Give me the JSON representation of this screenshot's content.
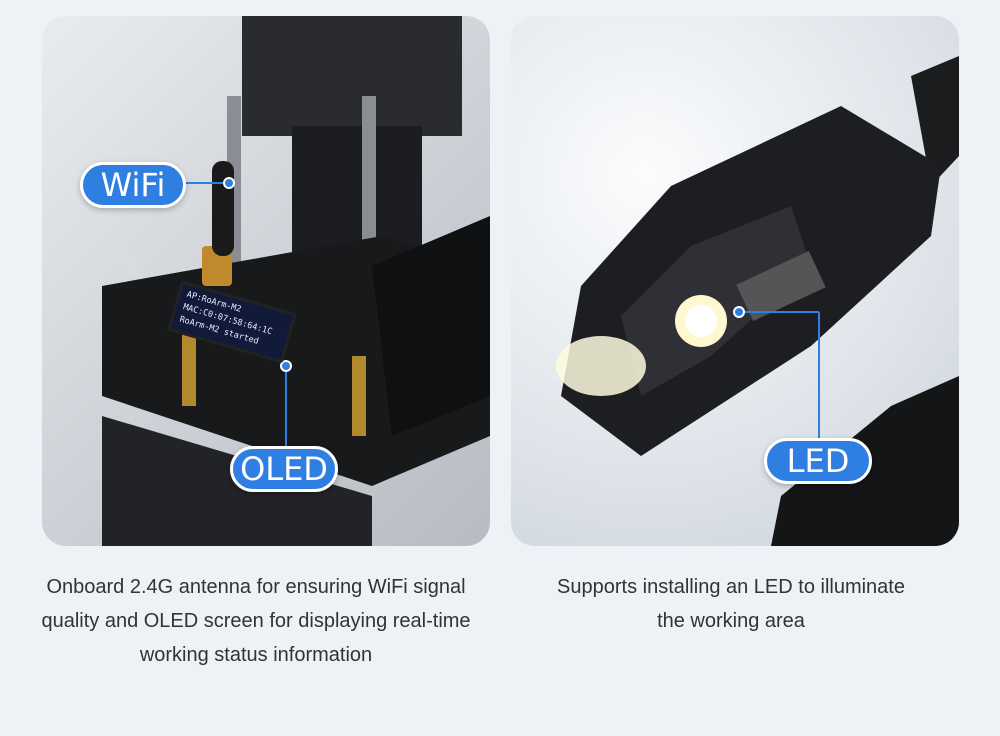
{
  "left_panel": {
    "labels": {
      "wifi": "WiFi",
      "oled": "OLED"
    },
    "oled_screen_lines": [
      "AP:RoArm-M2",
      "MAC:C0:07:58:64:1C",
      "RoArm-M2 started"
    ],
    "caption": [
      "Onboard 2.4G antenna for ensuring WiFi signal",
      "quality and OLED screen for displaying real-time",
      "working status information"
    ]
  },
  "right_panel": {
    "labels": {
      "led": "LED"
    },
    "caption": [
      "Supports installing an LED to illuminate",
      "the working area"
    ]
  },
  "colors": {
    "accent": "#2f7fe3",
    "background": "#eef1f5"
  }
}
